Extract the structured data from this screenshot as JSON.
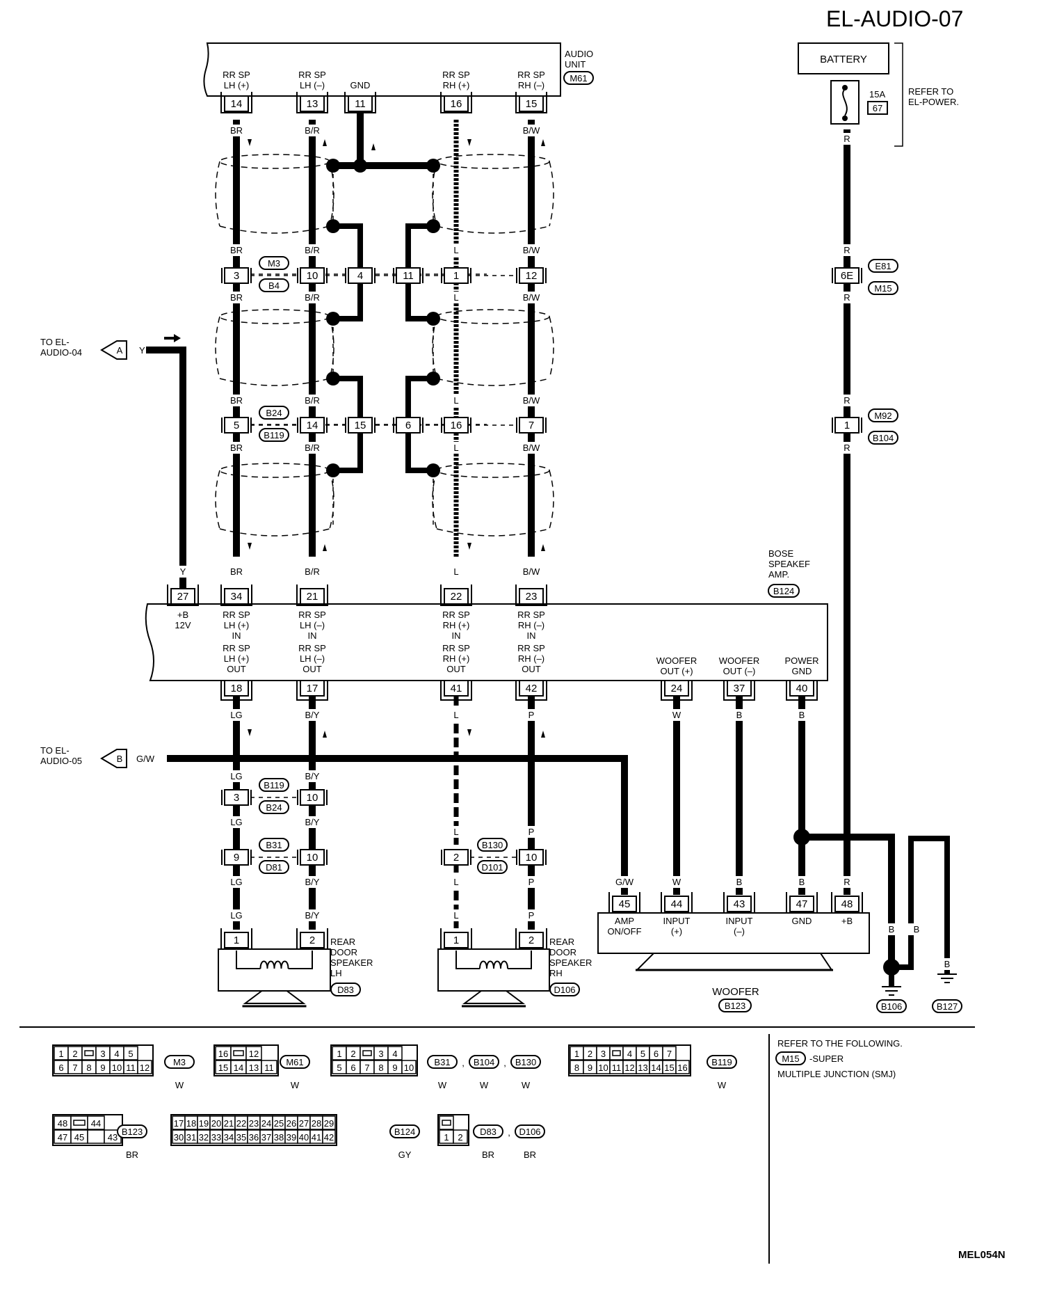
{
  "page": {
    "code": "EL-AUDIO-07",
    "figure_id": "MEL054N"
  },
  "audio_unit": {
    "label": [
      "AUDIO",
      "UNIT"
    ],
    "connector": "M61"
  },
  "battery": {
    "label": "BATTERY",
    "fuse_amps": "15A",
    "fuse_no": "67",
    "refer": [
      "REFER TO",
      "EL-POWER."
    ]
  },
  "audio_terms": [
    {
      "l1": "RR SP",
      "l2": "LH (+)",
      "pin": "14"
    },
    {
      "l1": "RR SP",
      "l2": "LH (–)",
      "pin": "13"
    },
    {
      "l1": "",
      "l2": "GND",
      "pin": "11"
    },
    {
      "l1": "RR SP",
      "l2": "RH (+)",
      "pin": "16"
    },
    {
      "l1": "RR SP",
      "l2": "RH (–)",
      "pin": "15"
    }
  ],
  "wire_colors": {
    "br": "BR",
    "br_b": "B/R",
    "b_w": "B/W",
    "l": "L",
    "r": "R",
    "y": "Y",
    "lg": "LG",
    "b_y": "B/Y",
    "p": "P",
    "g_w": "G/W",
    "w": "W",
    "b": "B"
  },
  "row1": {
    "pins": [
      "3",
      "10",
      "4",
      "11",
      "1",
      "12"
    ],
    "conn_a": "M3",
    "conn_b": "B4",
    "bat_pin": "6E",
    "bat_conn_a": "E81",
    "bat_conn_b": "M15"
  },
  "row2": {
    "pins": [
      "5",
      "14",
      "15",
      "6",
      "16",
      "7"
    ],
    "conn_a": "B24",
    "conn_b": "B119",
    "bat_pin": "1",
    "bat_conn_a": "M92",
    "bat_conn_b": "B104"
  },
  "to_audio04": {
    "line1": "TO EL-",
    "line2": "AUDIO-04",
    "letter": "A"
  },
  "to_audio05": {
    "line1": "TO EL-",
    "line2": "AUDIO-05",
    "letter": "B"
  },
  "amp": {
    "label": [
      "BOSE",
      "SPEAKEF",
      "AMP."
    ],
    "connector": "B124",
    "in_terms": [
      {
        "pin": "27",
        "l1": "+B",
        "l2": "12V",
        "l3": ""
      },
      {
        "pin": "34",
        "l1": "RR SP",
        "l2": "LH (+)",
        "l3": "IN"
      },
      {
        "pin": "21",
        "l1": "RR SP",
        "l2": "LH (–)",
        "l3": "IN"
      },
      {
        "pin": "22",
        "l1": "RR SP",
        "l2": "RH (+)",
        "l3": "IN"
      },
      {
        "pin": "23",
        "l1": "RR SP",
        "l2": "RH (–)",
        "l3": "IN"
      }
    ],
    "out_terms": [
      {
        "pin": "18",
        "l1": "RR SP",
        "l2": "LH (+)",
        "l3": "OUT"
      },
      {
        "pin": "17",
        "l1": "RR SP",
        "l2": "LH (–)",
        "l3": "OUT"
      },
      {
        "pin": "41",
        "l1": "RR SP",
        "l2": "RH (+)",
        "l3": "OUT"
      },
      {
        "pin": "42",
        "l1": "RR SP",
        "l2": "RH (–)",
        "l3": "OUT"
      },
      {
        "pin": "24",
        "l1": "WOOFER",
        "l2": "OUT (+)",
        "l3": ""
      },
      {
        "pin": "37",
        "l1": "WOOFER",
        "l2": "OUT (–)",
        "l3": ""
      },
      {
        "pin": "40",
        "l1": "POWER",
        "l2": "GND",
        "l3": ""
      }
    ]
  },
  "row3": {
    "pins": [
      "3",
      "10"
    ],
    "conn_a": "B119",
    "conn_b": "B24"
  },
  "row4": {
    "pins": [
      "9",
      "10",
      "2",
      "10"
    ],
    "conn_a": "B31",
    "conn_b": "D81",
    "conn_c": "B130",
    "conn_d": "D101"
  },
  "speaker_lh": {
    "label": [
      "REAR",
      "DOOR",
      "SPEAKER",
      "LH"
    ],
    "connector": "D83",
    "pins": [
      "1",
      "2"
    ]
  },
  "speaker_rh": {
    "label": [
      "REAR",
      "DOOR",
      "SPEAKER",
      "RH"
    ],
    "connector": "D106",
    "pins": [
      "1",
      "2"
    ]
  },
  "woofer": {
    "label": "WOOFER",
    "connector": "B123",
    "terms": [
      {
        "pin": "45",
        "l1": "AMP",
        "l2": "ON/OFF"
      },
      {
        "pin": "44",
        "l1": "INPUT",
        "l2": "(+)"
      },
      {
        "pin": "43",
        "l1": "INPUT",
        "l2": "(–)"
      },
      {
        "pin": "47",
        "l1": "GND",
        "l2": ""
      },
      {
        "pin": "48",
        "l1": "+B",
        "l2": ""
      }
    ]
  },
  "grounds": [
    "B106",
    "B127"
  ],
  "legend": {
    "refer_title": "REFER TO THE FOLLOWING.",
    "refer_conn": "M15",
    "refer_l1": "-SUPER",
    "refer_l2": "MULTIPLE JUNCTION (SMJ)",
    "c1": {
      "top": [
        "1",
        "2",
        "",
        "3",
        "4",
        "5"
      ],
      "bot": [
        "6",
        "7",
        "8",
        "9",
        "10",
        "11",
        "12"
      ],
      "names": [
        "M3"
      ],
      "colors": [
        "W"
      ]
    },
    "c2": {
      "top": [
        "16",
        "",
        "12"
      ],
      "bot": [
        "15",
        "14",
        "13",
        "11"
      ],
      "names": [
        "M61"
      ],
      "colors": [
        "W"
      ]
    },
    "c3": {
      "top": [
        "1",
        "2",
        "",
        "3",
        "4"
      ],
      "bot": [
        "5",
        "6",
        "7",
        "8",
        "9",
        "10"
      ],
      "names": [
        "B31",
        "B104",
        "B130"
      ],
      "colors": [
        "W",
        "W",
        "W"
      ]
    },
    "c4": {
      "top": [
        "1",
        "2",
        "3",
        "",
        "4",
        "5",
        "6",
        "7"
      ],
      "bot": [
        "8",
        "9",
        "10",
        "11",
        "12",
        "13",
        "14",
        "15",
        "16"
      ],
      "names": [
        "B119"
      ],
      "colors": [
        "W"
      ]
    },
    "c5": {
      "top": [
        "48",
        "",
        "44"
      ],
      "bot": [
        "47",
        "45",
        "",
        "43"
      ],
      "names": [
        "B123"
      ],
      "colors": [
        "BR"
      ]
    },
    "c6": {
      "top": [
        "17",
        "18",
        "19",
        "20",
        "21",
        "22",
        "23",
        "24",
        "25",
        "26",
        "27",
        "28",
        "29"
      ],
      "bot": [
        "30",
        "31",
        "32",
        "33",
        "34",
        "35",
        "36",
        "37",
        "38",
        "39",
        "40",
        "41",
        "42"
      ],
      "names": [
        "B124"
      ],
      "colors": [
        "GY"
      ]
    },
    "c7": {
      "top": [
        ""
      ],
      "bot": [
        "1",
        "2"
      ],
      "names": [
        "D83",
        "D106"
      ],
      "colors": [
        "BR",
        "BR"
      ]
    }
  }
}
